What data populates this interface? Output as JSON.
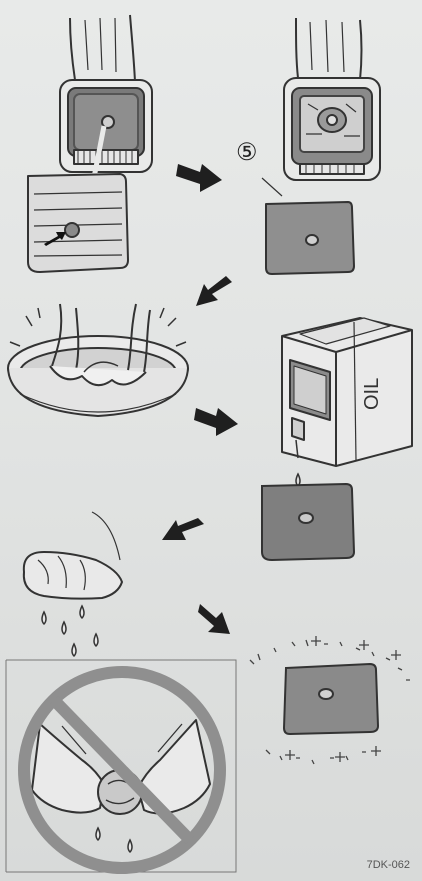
{
  "labels": {
    "step_number": "⑤",
    "oil_text": "OIL",
    "figure_code": "7DK-062"
  },
  "icons": [
    "flow-arrow-icon",
    "prohibition-icon",
    "water-drop-icon",
    "sparkle-icon"
  ],
  "colors": {
    "paper": "#e4e6e5",
    "line": "#3a3a3a",
    "filter_gray": "#8a8a8a",
    "arrow": "#1f1f1f",
    "prohibit_gray": "#8f8f8f"
  }
}
